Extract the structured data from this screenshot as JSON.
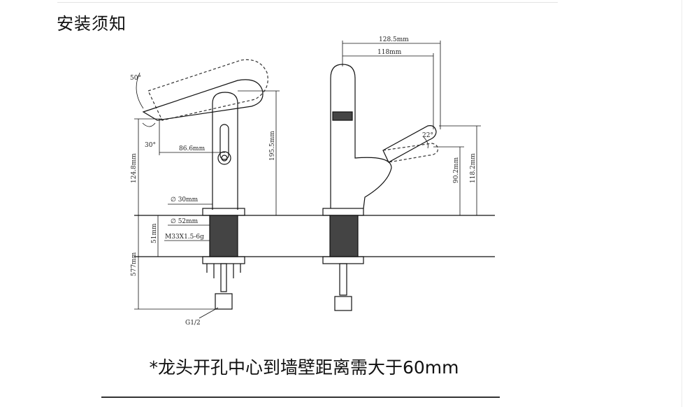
{
  "title": "安装须知",
  "note": "*龙头开孔中心到墙壁距离需大于60mm",
  "dimensions": {
    "angle_50": "50°",
    "angle_30": "30°",
    "spout_reach": "86.6mm",
    "total_height": "195.5mm",
    "spout_height": "124.8mm",
    "body_dia": "∅ 30mm",
    "base_dia": "∅ 52mm",
    "thread": "M33X1.5-6g",
    "deck_thickness": "51mm",
    "hose_length": "577mm",
    "inlet": "G1/2",
    "depth_total": "128.5mm",
    "depth_handle": "118mm",
    "handle_angle": "22°",
    "handle_height_low": "90.2mm",
    "handle_height_high": "118.2mm"
  }
}
